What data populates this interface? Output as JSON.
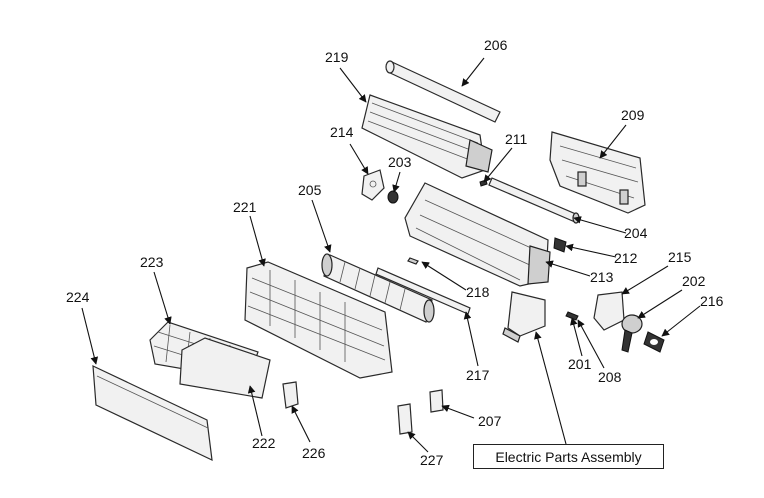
{
  "diagram": {
    "labels": {
      "p201": "201",
      "p202": "202",
      "p203": "203",
      "p204": "204",
      "p205": "205",
      "p206": "206",
      "p207": "207",
      "p208": "208",
      "p209": "209",
      "p211": "211",
      "p212": "212",
      "p213": "213",
      "p214": "214",
      "p215": "215",
      "p216": "216",
      "p217": "217",
      "p218": "218",
      "p219": "219",
      "p221": "221",
      "p222": "222",
      "p223": "223",
      "p224": "224",
      "p226": "226",
      "p227": "227"
    },
    "assembly_label": "Electric Parts Assembly"
  }
}
